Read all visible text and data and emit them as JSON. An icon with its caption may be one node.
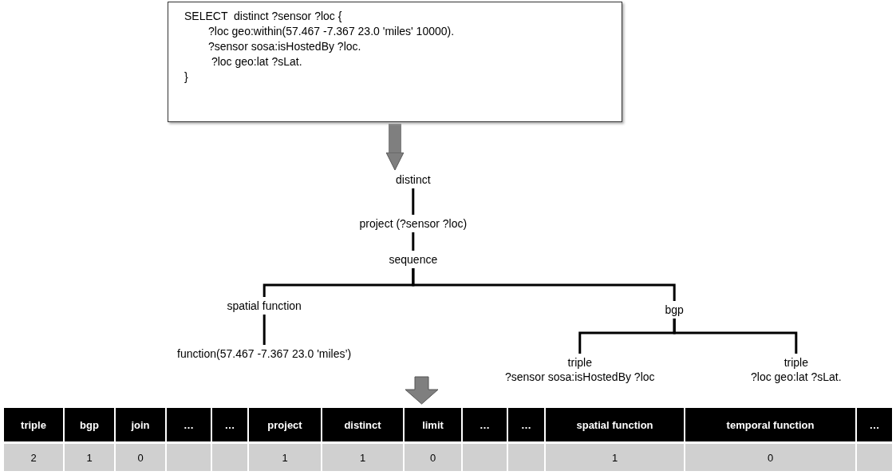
{
  "diagram": {
    "nodes": [
      {
        "text": [
          "SELECT  distinct ?sensor ?loc {",
          "?loc geo:within(57.467 -7.367 23.0 'miles' 10000).",
          "?sensor sosa:isHostedBy ?loc.",
          " ?loc geo:lat ?sLat.",
          "}"
        ]
      },
      {
        "text": [
          "distinct"
        ]
      },
      {
        "text": [
          "project (?sensor ?loc)"
        ]
      },
      {
        "text": [
          "sequence"
        ]
      },
      {
        "text": [
          "spatial function"
        ]
      },
      {
        "text": [
          "function(57.467 -7.367 23.0 'miles’)"
        ]
      },
      {
        "text": [
          "bgp"
        ]
      },
      {
        "text": [
          "triple",
          "?sensor sosa:isHostedBy ?loc"
        ]
      },
      {
        "text": [
          "triple",
          "?loc geo:lat ?sLat."
        ]
      }
    ],
    "edges": [
      {
        "from": 0,
        "to": 1,
        "arrow": "to",
        "style": "thick",
        "color": "#7f7f7f"
      },
      {
        "from": 1,
        "to": 2,
        "arrow": "none"
      },
      {
        "from": 2,
        "to": 3,
        "arrow": "none"
      },
      {
        "from": 3,
        "to": 4,
        "arrow": "none"
      },
      {
        "from": 3,
        "to": 6,
        "arrow": "none"
      },
      {
        "from": 4,
        "to": 5,
        "arrow": "none"
      },
      {
        "from": 6,
        "to": 7,
        "arrow": "none"
      },
      {
        "from": 6,
        "to": 8,
        "arrow": "none"
      }
    ],
    "labels": [
      "triple",
      "bgp",
      "join",
      "…",
      "…",
      "project",
      "distinct",
      "limit",
      "…",
      "…",
      "spatial function",
      "temporal function",
      "…",
      "2",
      "1",
      "0",
      "1",
      "1",
      "0",
      "1",
      "0"
    ]
  }
}
